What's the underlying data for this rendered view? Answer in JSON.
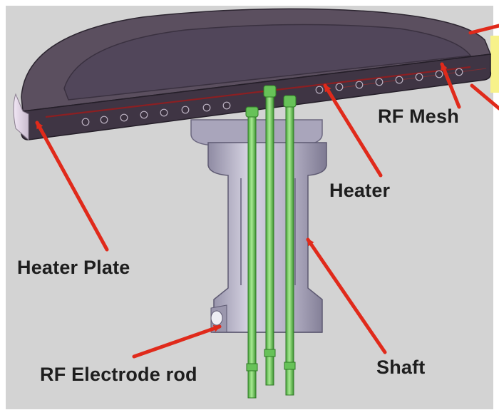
{
  "labels": {
    "rf_mesh": "RF Mesh",
    "heater": "Heater",
    "heater_plate": "Heater Plate",
    "shaft": "Shaft",
    "rf_electrode_rod": "RF Electrode rod"
  },
  "colors": {
    "background": "#d3d3d3",
    "plate": "#5b4f5f",
    "plate_dark": "#3f3544",
    "plate_edge_light": "#ecdff0",
    "shaft": "#b9b6c8",
    "rod": "#7fd46f",
    "arrow": "#e02a1b",
    "accent_yellow": "#f7f28a"
  }
}
